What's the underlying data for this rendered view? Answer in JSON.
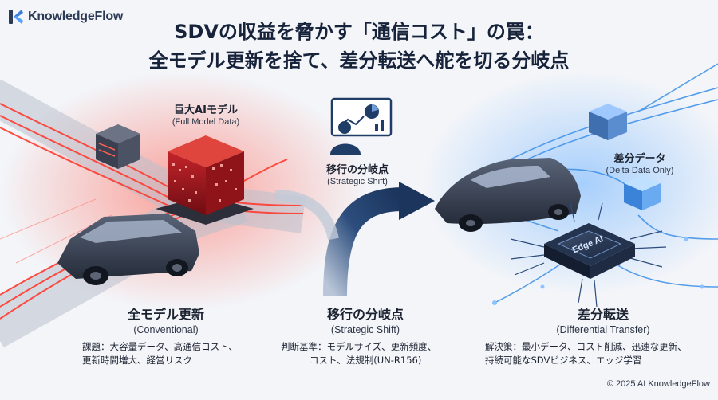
{
  "brand": {
    "name": "KnowledgeFlow",
    "accent": "#3b7dd8"
  },
  "title": {
    "line1": "SDVの収益を脅かす「通信コスト」の罠：",
    "line2": "全モデル更新を捨て、差分転送へ舵を切る分岐点"
  },
  "labels": {
    "big_model": {
      "main": "巨大AIモデル",
      "sub": "(Full Model Data)"
    },
    "strategic_mid": {
      "main": "移行の分岐点",
      "sub": "(Strategic Shift)"
    },
    "delta_data": {
      "main": "差分データ",
      "sub": "(Delta Data Only)"
    }
  },
  "chip_text": "Edge AI",
  "columns": [
    {
      "title": "全モデル更新",
      "subtitle": "(Conventional)",
      "lines": [
        "課題：大容量データ、高通信コスト、",
        "更新時間増大、経営リスク"
      ]
    },
    {
      "title": "移行の分岐点",
      "subtitle": "(Strategic Shift)",
      "lines": [
        "判断基準：モデルサイズ、更新頻度、",
        "コスト、法規制(UN-R156)"
      ]
    },
    {
      "title": "差分転送",
      "subtitle": "(Differential Transfer)",
      "lines": [
        "解決策：最小データ、コスト削減、迅速な更新、",
        "持続可能なSDVビジネス、エッジ学習"
      ]
    }
  ],
  "copyright": "© 2025 AI KnowledgeFlow",
  "colors": {
    "conventional": "#e8413c",
    "strategic": "#1f3d66",
    "differential": "#3b8fe8"
  }
}
